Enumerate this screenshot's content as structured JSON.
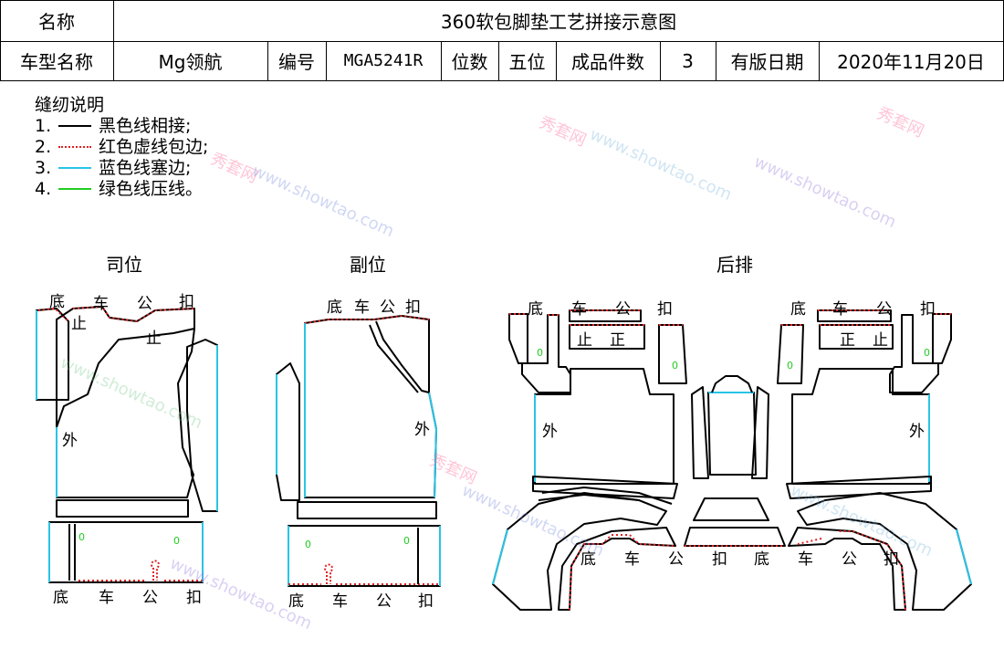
{
  "header": {
    "row1": {
      "name_label": "名称",
      "title": "360软包脚垫工艺拼接示意图"
    },
    "row2": {
      "model_label": "车型名称",
      "model_value": "Mg领航",
      "code_label": "编号",
      "code_value": "MGA5241R",
      "seat_label": "位数",
      "seat_value": "五位",
      "count_label": "成品件数",
      "count_value": "3",
      "date_label": "有版日期",
      "date_value": "2020年11月20日"
    }
  },
  "legend": {
    "title": "缝纫说明",
    "items": [
      {
        "num": "1.",
        "text": "黑色线相接;",
        "color": "#000000",
        "style": "solid"
      },
      {
        "num": "2.",
        "text": "红色虚线包边;",
        "color": "#e02020",
        "style": "dotted"
      },
      {
        "num": "3.",
        "text": "蓝色线塞边;",
        "color": "#29c4e6",
        "style": "solid"
      },
      {
        "num": "4.",
        "text": "绿色线压线。",
        "color": "#22cc22",
        "style": "solid"
      }
    ]
  },
  "sections": {
    "driver": "司位",
    "passenger": "副位",
    "rear": "后排"
  },
  "labels": {
    "di": "底",
    "che": "车",
    "gong": "公",
    "kou": "扣",
    "zheng": "止",
    "zheng2": "正",
    "wai": "外",
    "zero": "0"
  },
  "watermark": {
    "cn": "秀套网",
    "url": "www.showtao.com"
  }
}
